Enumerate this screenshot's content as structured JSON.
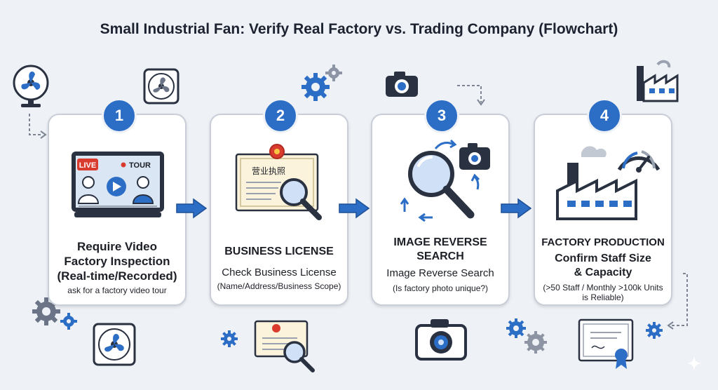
{
  "title": "Small Industrial Fan: Verify Real Factory vs. Trading Company (Flowchart)",
  "steps": [
    {
      "number": "1",
      "badges": {
        "live": "LIVE",
        "tour": "TOUR"
      },
      "heading": [
        "Require Video",
        "Factory Inspection",
        "(Real-time/Recorded)"
      ],
      "detail": "ask for a factory video tour"
    },
    {
      "number": "2",
      "license_text": "营业执照",
      "heading": "BUSINESS LICENSE",
      "subheading": "Check Business License",
      "detail": "(Name/Address/Business Scope)"
    },
    {
      "number": "3",
      "heading": [
        "IMAGE REVERSE",
        "SEARCH"
      ],
      "subheading": "Image Reverse Search",
      "detail": "(Is factory photo unique?)"
    },
    {
      "number": "4",
      "heading": "FACTORY PRODUCTION",
      "subheading": [
        "Confirm Staff Size",
        "& Capacity"
      ],
      "detail": [
        "(>50 Staff / Monthly >100k Units",
        "is Reliable)"
      ]
    }
  ],
  "colors": {
    "accent": "#2c6ec6",
    "dark": "#2a3242",
    "card_border": "#c9ced8",
    "background": "#eef1f6",
    "paper": "#fbf3dc",
    "seal": "#d93b2e"
  }
}
